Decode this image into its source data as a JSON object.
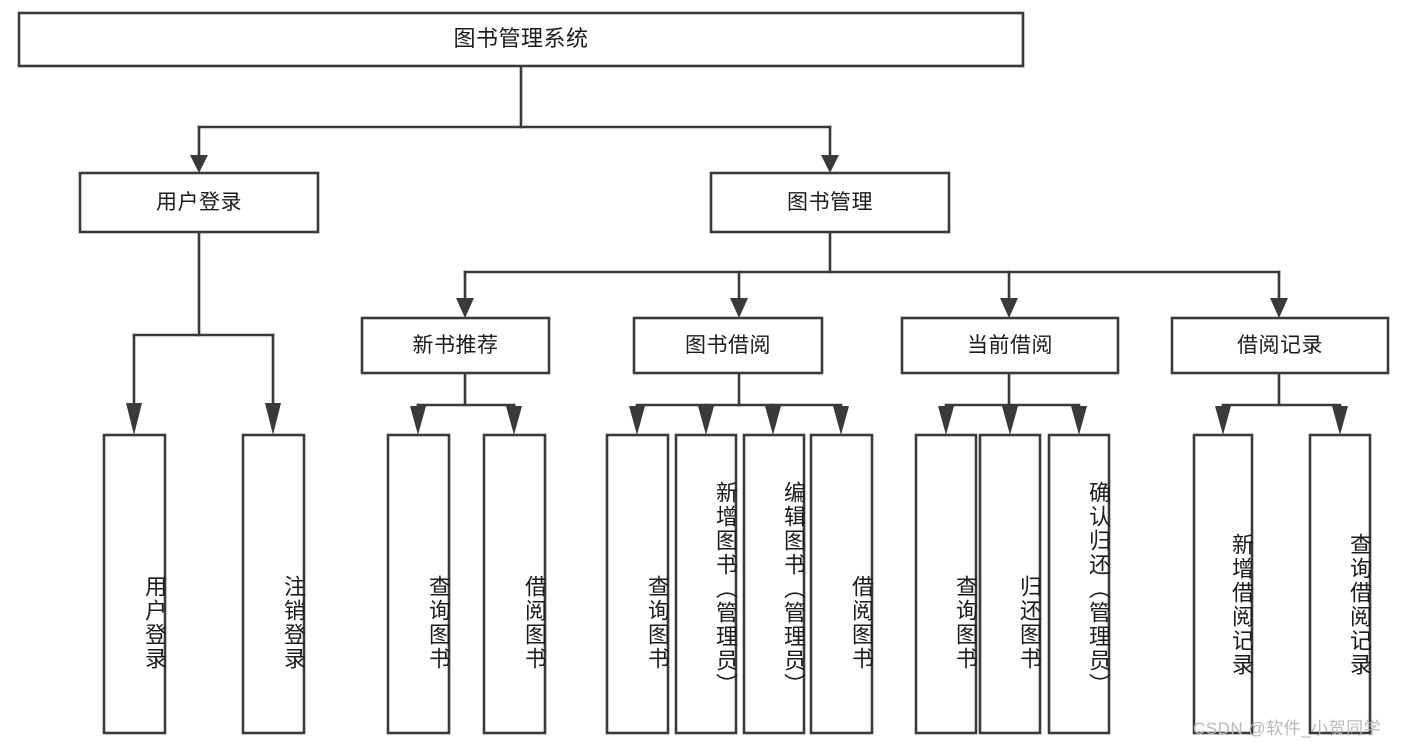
{
  "diagram": {
    "type": "tree-hierarchy-chart",
    "title": "图书管理系统",
    "orientation": "top-down",
    "root": {
      "id": "root",
      "label": "图书管理系统",
      "text_direction": "horizontal"
    },
    "level1": [
      {
        "id": "user-login",
        "label": "用户登录",
        "text_direction": "horizontal"
      },
      {
        "id": "book-manage",
        "label": "图书管理",
        "text_direction": "horizontal"
      }
    ],
    "level2": [
      {
        "id": "new-book-recommend",
        "label": "新书推荐",
        "parent": "book-manage",
        "text_direction": "horizontal"
      },
      {
        "id": "book-borrow",
        "label": "图书借阅",
        "parent": "book-manage",
        "text_direction": "horizontal"
      },
      {
        "id": "current-borrow",
        "label": "当前借阅",
        "parent": "book-manage",
        "text_direction": "horizontal"
      },
      {
        "id": "borrow-record",
        "label": "借阅记录",
        "parent": "book-manage",
        "text_direction": "horizontal"
      }
    ],
    "leaves": [
      {
        "id": "leaf-user-login",
        "label": "用户登录",
        "parent": "user-login",
        "text_direction": "vertical"
      },
      {
        "id": "leaf-user-logout",
        "label": "注销登录",
        "parent": "user-login",
        "text_direction": "vertical"
      },
      {
        "id": "leaf-recommend-query",
        "label": "查询图书",
        "parent": "new-book-recommend",
        "text_direction": "vertical"
      },
      {
        "id": "leaf-recommend-borrow",
        "label": "借阅图书",
        "parent": "new-book-recommend",
        "text_direction": "vertical"
      },
      {
        "id": "leaf-borrow-query",
        "label": "查询图书",
        "parent": "book-borrow",
        "text_direction": "vertical"
      },
      {
        "id": "leaf-borrow-add",
        "label": "新增图书（管理员）",
        "parent": "book-borrow",
        "text_direction": "vertical"
      },
      {
        "id": "leaf-borrow-edit",
        "label": "编辑图书（管理员）",
        "parent": "book-borrow",
        "text_direction": "vertical"
      },
      {
        "id": "leaf-borrow-do",
        "label": "借阅图书",
        "parent": "book-borrow",
        "text_direction": "vertical"
      },
      {
        "id": "leaf-current-query",
        "label": "查询图书",
        "parent": "current-borrow",
        "text_direction": "vertical"
      },
      {
        "id": "leaf-current-return",
        "label": "归还图书",
        "parent": "current-borrow",
        "text_direction": "vertical"
      },
      {
        "id": "leaf-current-confirm",
        "label": "确认归还（管理员）",
        "parent": "current-borrow",
        "text_direction": "vertical"
      },
      {
        "id": "leaf-record-add",
        "label": "新增借阅记录",
        "parent": "borrow-record",
        "text_direction": "vertical"
      },
      {
        "id": "leaf-record-query",
        "label": "查询借阅记录",
        "parent": "borrow-record",
        "text_direction": "vertical"
      }
    ],
    "colors": {
      "stroke": "#3a3a3a",
      "fill": "#ffffff",
      "text": "#1b1b1b",
      "watermark": "#b9b9b9",
      "background": "#ffffff"
    }
  },
  "watermark": {
    "text": "CSDN @软件_小贺同学"
  }
}
